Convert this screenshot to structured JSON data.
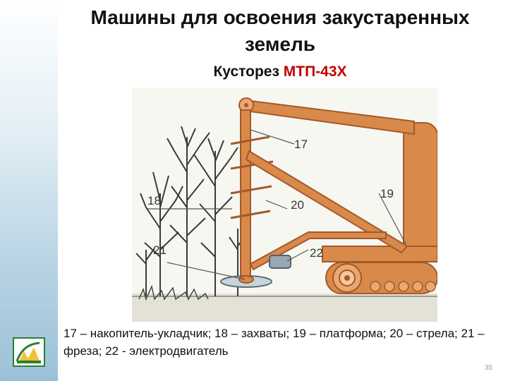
{
  "slide": {
    "title": "Машины для освоения закустаренных земель",
    "subtitle_prefix": "Кусторез ",
    "subtitle_model": "МТП-43Х",
    "caption": "17 – накопитель-укладчик; 18 – захваты; 19 – платформа; 20 – стрела; 21 – фреза; 22 - электродвигатель",
    "page_number": "35"
  },
  "figure": {
    "labels": {
      "l17": "17",
      "l18": "18",
      "l19": "19",
      "l20": "20",
      "l21": "21",
      "l22": "22"
    }
  },
  "colors": {
    "machine": "#d9894a",
    "machine_dark": "#a4582a",
    "title_accent": "#c00000",
    "sidebar": "#9cc1d7"
  }
}
